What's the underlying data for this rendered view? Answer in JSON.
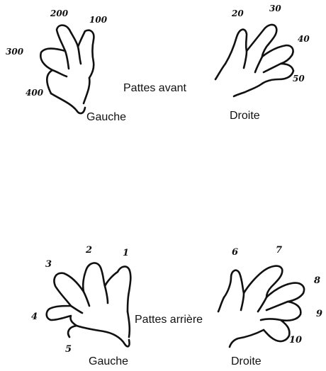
{
  "front": {
    "title": "Pattes avant",
    "left_label": "Gauche",
    "right_label": "Droite",
    "left_digit_labels": [
      "200",
      "100",
      "300",
      "400"
    ],
    "right_digit_labels": [
      "20",
      "30",
      "40",
      "50"
    ]
  },
  "hind": {
    "title": "Pattes arrière",
    "left_label": "Gauche",
    "right_label": "Droite",
    "left_digit_labels": [
      "2",
      "1",
      "3",
      "4",
      "5"
    ],
    "right_digit_labels": [
      "6",
      "7",
      "8",
      "9",
      "10"
    ]
  },
  "colors": {
    "ink": "#111111",
    "background": "#ffffff"
  }
}
